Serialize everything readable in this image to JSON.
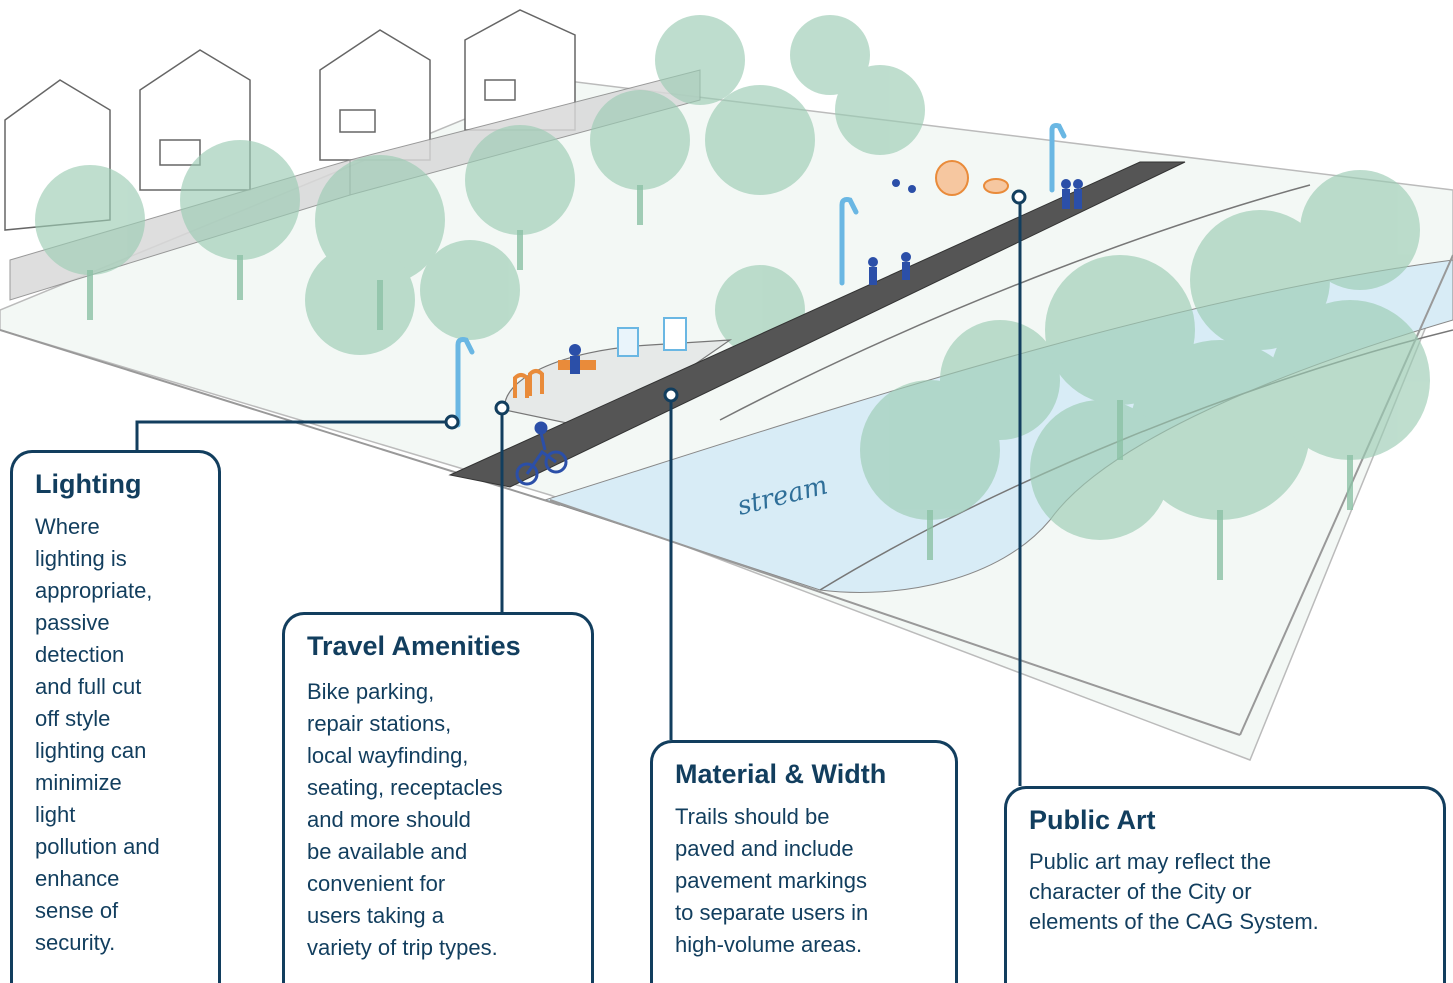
{
  "scene": {
    "stream_label": "stream"
  },
  "callouts": {
    "lighting": {
      "title": "Lighting",
      "body": "Where\nlighting is\nappropriate,\npassive\ndetection\nand full cut\noff style\nlighting can\nminimize\nlight\npollution and\nenhance\nsense of\nsecurity."
    },
    "travel": {
      "title": "Travel Amenities",
      "body": "Bike parking,\nrepair stations,\nlocal wayfinding,\nseating, receptacles\nand more should\nbe available and\nconvenient for\nusers taking a\nvariety of trip types."
    },
    "material": {
      "title": "Material & Width",
      "body": "Trails should be\npaved and include\npavement markings\nto separate users in\nhigh-volume areas."
    },
    "public_art": {
      "title": "Public Art",
      "body": "Public art may reflect the\ncharacter of the City or\nelements of the CAG System."
    }
  },
  "colors": {
    "callout_border": "#123e5e",
    "callout_text": "#123e5e",
    "trail": "#555555",
    "tree_canopy": "#9cccb4",
    "stream": "#d8ecf6",
    "lamp": "#6ab7e3",
    "people": "#2b4fa8",
    "amenity_orange": "#e98b3a"
  }
}
